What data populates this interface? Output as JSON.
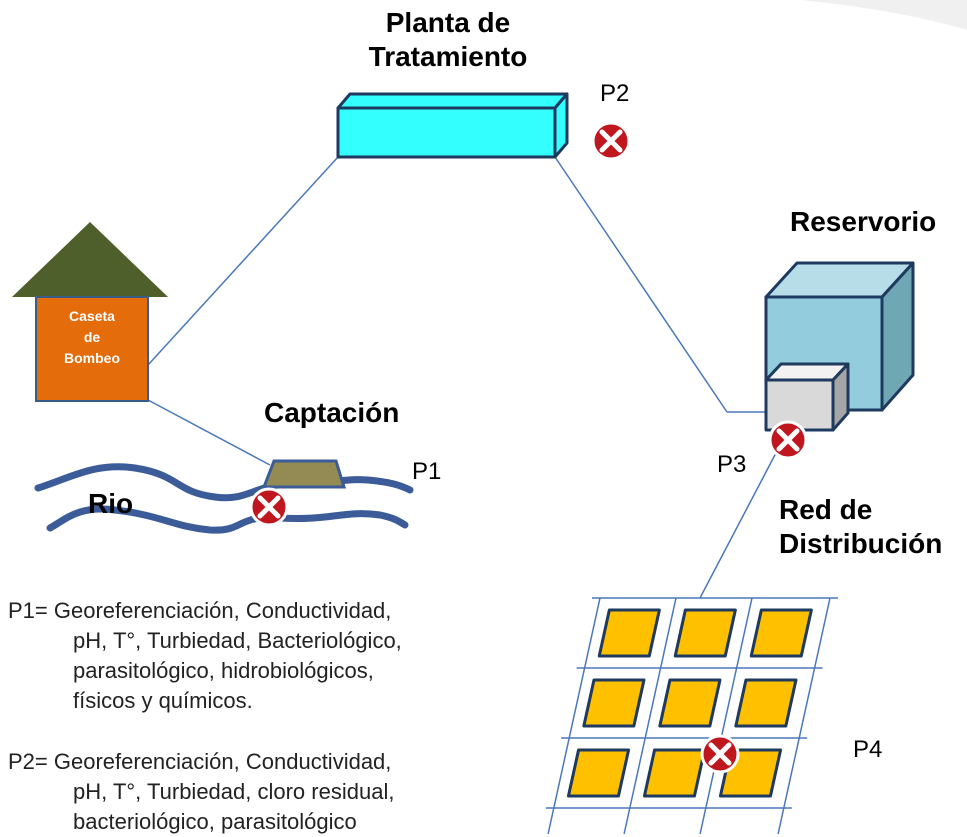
{
  "labels": {
    "planta": [
      "Planta de",
      "Tratamiento"
    ],
    "reservorio": "Reservorio",
    "caseta": [
      "Caseta",
      "de",
      "Bombeo"
    ],
    "captacion": "Captación",
    "rio": "Rio",
    "red": [
      "Red de",
      "Distribución"
    ],
    "p1": "P1",
    "p2": "P2",
    "p3": "P3",
    "p4": "P4"
  },
  "notes": [
    {
      "lines": [
        "P1= Georeferenciación, Conductividad,",
        "pH, T°, Turbiedad,  Bacteriológico,",
        "parasitológico,  hidrobiológicos,",
        "físicos y químicos."
      ]
    },
    {
      "lines": [
        "P2= Georeferenciación, Conductividad,",
        "pH, T°, Turbiedad,  cloro residual,",
        "bacteriológico,  parasitológico"
      ]
    }
  ],
  "colors": {
    "line": "#4a78b8",
    "river": "#3b5c98",
    "sample_marker": "#c0171f",
    "roof": "#4e5f2b",
    "caseta_body": "#e46c0a",
    "planta_fill": "#33ffff",
    "reservorio_front": "#93cddd",
    "reservorio_top": "#b7dee8",
    "reservorio_side": "#6fa7b5",
    "captacion_fill": "#948a54",
    "grid_block": "#ffc000",
    "grid_line": "#4a78b8"
  }
}
